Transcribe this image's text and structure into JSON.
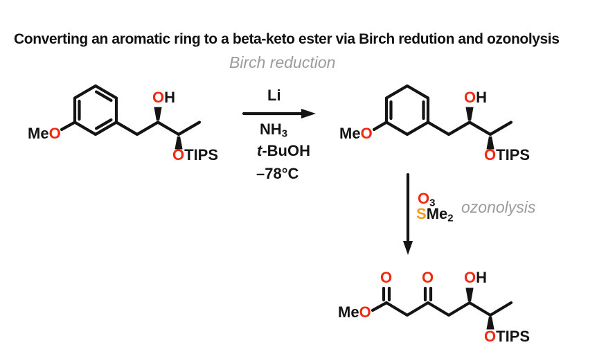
{
  "title": "Converting an aromatic ring to a beta-keto ester via Birch redution and ozonolysis",
  "colors": {
    "oxygen-red": "#f1290e",
    "sulfur-orange": "#f79b1d",
    "label-gray": "#9b9b9b",
    "ink-black": "#141414"
  },
  "steps": {
    "birch": {
      "label": "Birch reduction",
      "reagents": {
        "li": "Li",
        "nh3_base": "NH",
        "nh3_sub": "3",
        "tbuoh_italic": "t",
        "tbuoh_rest": "-BuOH",
        "temp": "–78°C"
      }
    },
    "ozonolysis": {
      "label": "ozonolysis",
      "reagents": {
        "o3_o": "O",
        "o3_sub": "3",
        "dms_s": "S",
        "dms_me": "Me",
        "dms_sub": "2"
      }
    }
  },
  "atoms": {
    "me": "Me",
    "o": "O",
    "h": "H",
    "tips": "TIPS"
  }
}
